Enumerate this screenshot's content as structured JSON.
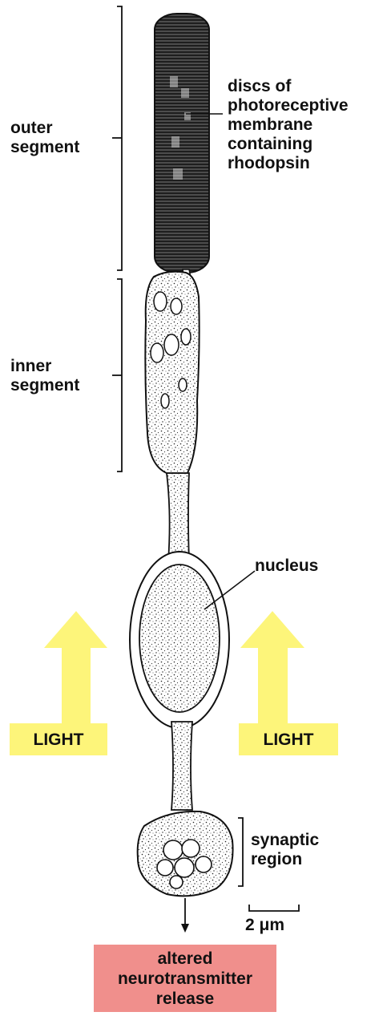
{
  "labels": {
    "outer_segment": "outer\nsegment",
    "discs": "discs of\nphotoreceptive\nmembrane\ncontaining\nrhodopsin",
    "inner_segment": "inner\nsegment",
    "nucleus": "nucleus",
    "light_left": "LIGHT",
    "light_right": "LIGHT",
    "synaptic_region": "synaptic\nregion",
    "scale_bar": "2 μm",
    "release": "altered\nneurotransmitter\nrelease"
  },
  "colors": {
    "light_arrow": "#fdf57a",
    "release_box": "#f08f8c",
    "ink": "#111111"
  }
}
